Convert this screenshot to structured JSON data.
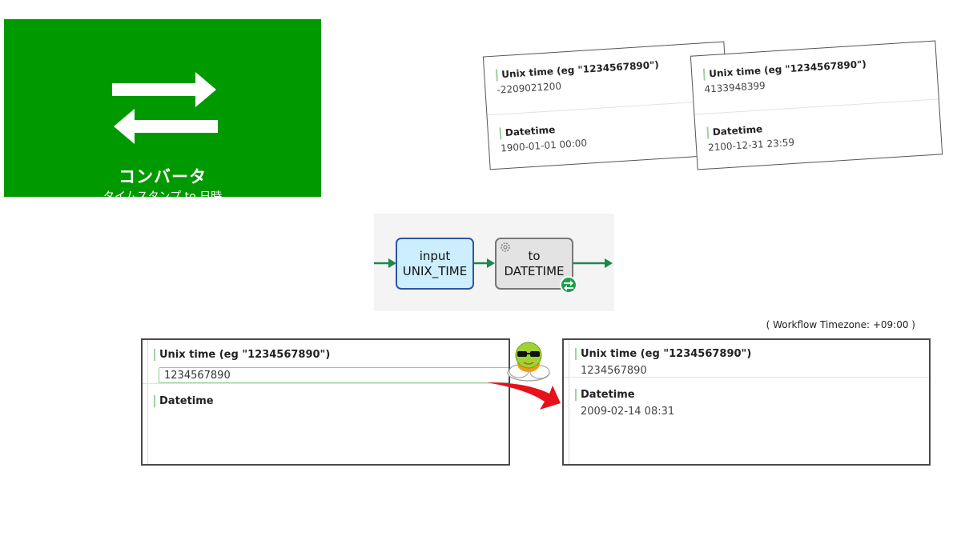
{
  "logo": {
    "title": "コンバータ",
    "subtitle": "タイムスタンプ to 日時",
    "bg_color": "#009900",
    "icon": "swap-arrows-icon"
  },
  "samples": [
    {
      "unix_label": "Unix time (eg \"1234567890\")",
      "unix_value": "-2209021200",
      "datetime_label": "Datetime",
      "datetime_value": "1900-01-01 00:00"
    },
    {
      "unix_label": "Unix time (eg \"1234567890\")",
      "unix_value": "4133948399",
      "datetime_label": "Datetime",
      "datetime_value": "2100-12-31 23:59"
    }
  ],
  "workflow": {
    "input_node": {
      "line1": "input",
      "line2": "UNIX_TIME"
    },
    "to_node": {
      "line1": "to",
      "line2": "DATETIME"
    },
    "edge_color": "#1a8a4a"
  },
  "timezone_note": "( Workflow Timezone: +09:00 )",
  "demo": {
    "input_card": {
      "unix_label": "Unix time (eg \"1234567890\")",
      "unix_value": "1234567890",
      "datetime_label": "Datetime"
    },
    "output_card": {
      "unix_label": "Unix time (eg \"1234567890\")",
      "unix_value": "1234567890",
      "datetime_label": "Datetime",
      "datetime_value": "2009-02-14 08:31"
    }
  },
  "colors": {
    "accent_green": "#009900",
    "arrow_red": "#e8101a",
    "field_border": "#8fce8f"
  }
}
